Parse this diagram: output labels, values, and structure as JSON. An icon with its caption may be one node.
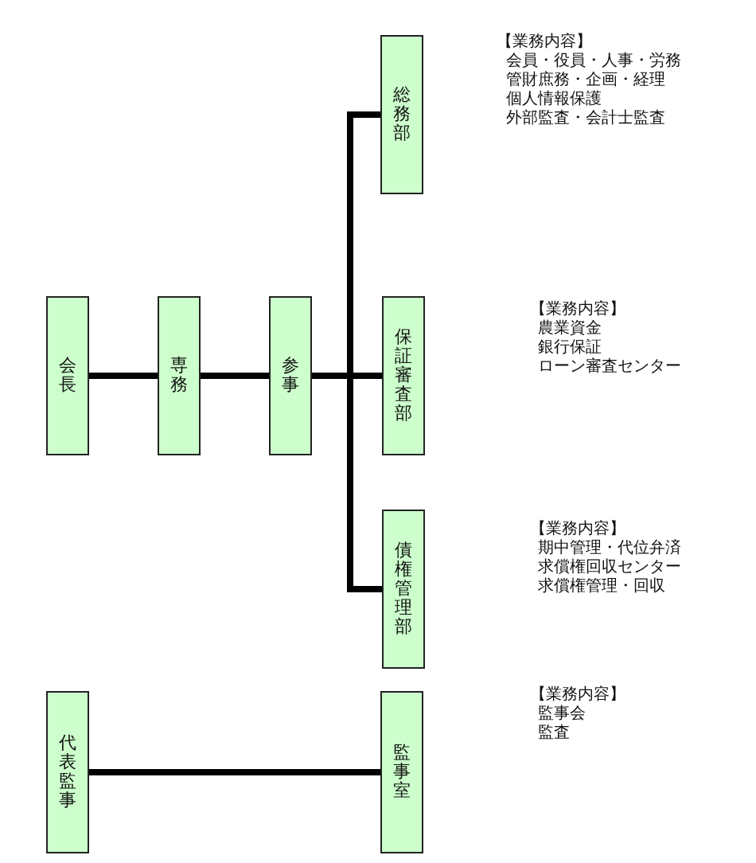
{
  "diagram": {
    "nodes": [
      {
        "text": [
          "会長"
        ]
      },
      {
        "text": [
          "専務"
        ]
      },
      {
        "text": [
          "参事"
        ]
      },
      {
        "text": [
          "総務部"
        ],
        "beside": [
          "【業務内容】",
          "会員・役員・人事・労務",
          "管財庶務・企画・経理",
          "個人情報保護",
          "外部監査・会計士監査"
        ]
      },
      {
        "text": [
          "保証審査部"
        ],
        "beside": [
          "【業務内容】",
          "農業資金",
          "銀行保証",
          "ローン審査センター"
        ]
      },
      {
        "text": [
          "債権管理部"
        ],
        "beside": [
          "【業務内容】",
          "期中管理・代位弁済",
          "求償権回収センター",
          "求償権管理・回収"
        ]
      },
      {
        "text": [
          "代表監事"
        ]
      },
      {
        "text": [
          "監事室"
        ],
        "beside": [
          "【業務内容】",
          "監事会",
          "監査"
        ]
      }
    ],
    "edges": [
      {
        "from": 0,
        "to": 1,
        "arrow": "none"
      },
      {
        "from": 1,
        "to": 2,
        "arrow": "none"
      },
      {
        "from": 2,
        "to": 3,
        "arrow": "none"
      },
      {
        "from": 2,
        "to": 4,
        "arrow": "none"
      },
      {
        "from": 2,
        "to": 5,
        "arrow": "none"
      },
      {
        "from": 6,
        "to": 7,
        "arrow": "none"
      }
    ]
  }
}
